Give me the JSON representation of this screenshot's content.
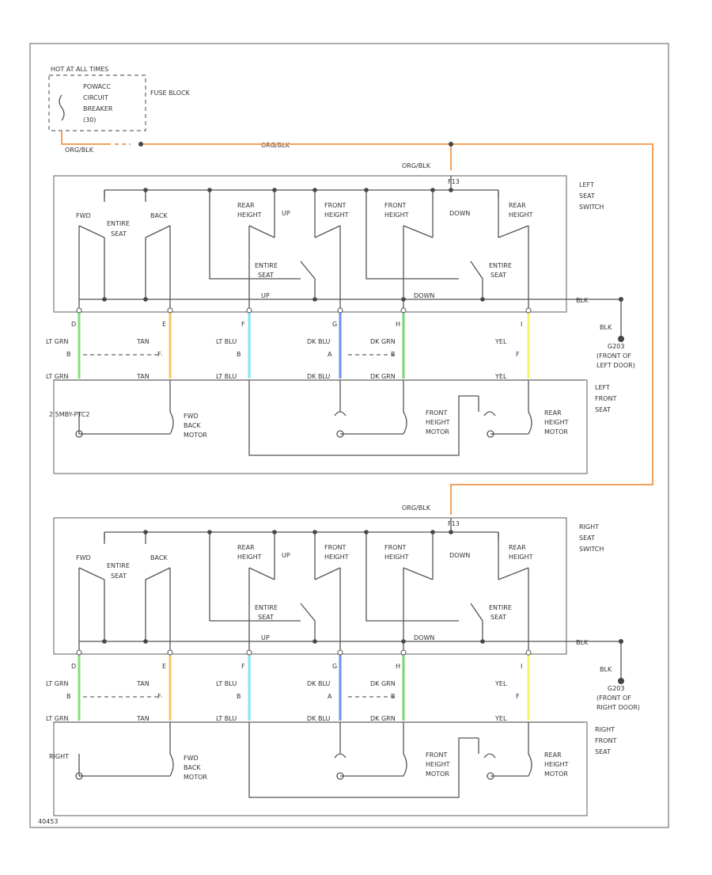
{
  "fuse": {
    "hot_label": "HOT AT ALL TIMES",
    "breaker_lines": [
      "POWACC",
      "CIRCUIT",
      "BREAKER",
      "(30)"
    ],
    "block_label": "FUSE BLOCK",
    "wire_left": "ORG/BLK",
    "wire_main": "ORG/BLK"
  },
  "colors": {
    "org": "#f0a35a",
    "lt_grn": "#7fe07f",
    "tan": "#f5c560",
    "lt_blu": "#7fe6f0",
    "dk_blu": "#6f8ff0",
    "dk_grn": "#76d676",
    "yel": "#f4f46a",
    "line": "#555555"
  },
  "left": {
    "feed": "ORG/BLK",
    "fuse_id": "F13",
    "switch_title": [
      "LEFT",
      "SEAT",
      "SWITCH"
    ],
    "seat_title": [
      "LEFT",
      "FRONT",
      "SEAT"
    ],
    "ground_wire": "BLK",
    "ground_wire2": "BLK",
    "ground_loc": [
      "G203",
      "(FRONT OF",
      "LEFT DOOR)"
    ],
    "ptc": "2 5MBY-PTC2"
  },
  "right": {
    "feed": "ORG/BLK",
    "fuse_id": "F13",
    "switch_title": [
      "RIGHT",
      "SEAT",
      "SWITCH"
    ],
    "seat_title": [
      "RIGHT",
      "FRONT",
      "SEAT"
    ],
    "ground_wire": "BLK",
    "ground_wire2": "BLK",
    "ground_loc": [
      "G203",
      "(FRONT OF",
      "RIGHT DOOR)"
    ],
    "ptc": "RIGHT"
  },
  "switch": {
    "fwd": "FWD",
    "back": "BACK",
    "entire": "ENTIRE",
    "seat": "SEAT",
    "rear_height": [
      "REAR",
      "HEIGHT"
    ],
    "front_height": [
      "FRONT",
      "HEIGHT"
    ],
    "up": "UP",
    "down": "DOWN",
    "entire_seat_up": [
      "ENTIRE",
      "SEAT"
    ],
    "entire_seat_down": [
      "ENTIRE",
      "SEAT"
    ],
    "up_small": "UP",
    "down_small": "DOWN"
  },
  "wires": [
    {
      "top": "D",
      "left": "LT GRN",
      "mid": "B",
      "bottom": "LT GRN",
      "color": "lt_grn"
    },
    {
      "top": "E",
      "left": "TAN",
      "mid": "F",
      "bottom": "TAN",
      "color": "tan"
    },
    {
      "top": "F",
      "left": "LT BLU",
      "mid": "B",
      "bottom": "LT BLU",
      "color": "lt_blu"
    },
    {
      "top": "G",
      "left": "DK BLU",
      "mid": "A",
      "bottom": "DK BLU",
      "color": "dk_blu"
    },
    {
      "top": "H",
      "left": "DK GRN",
      "mid": "B",
      "bottom": "DK GRN",
      "color": "dk_grn"
    },
    {
      "top": "I",
      "left": "YEL",
      "mid": "F",
      "bottom": "YEL",
      "color": "yel"
    }
  ],
  "motors": {
    "fwd_back": [
      "FWD",
      "BACK",
      "MOTOR"
    ],
    "front_height": [
      "FRONT",
      "HEIGHT",
      "MOTOR"
    ],
    "rear_height": [
      "REAR",
      "HEIGHT",
      "MOTOR"
    ]
  },
  "footer": "40453"
}
